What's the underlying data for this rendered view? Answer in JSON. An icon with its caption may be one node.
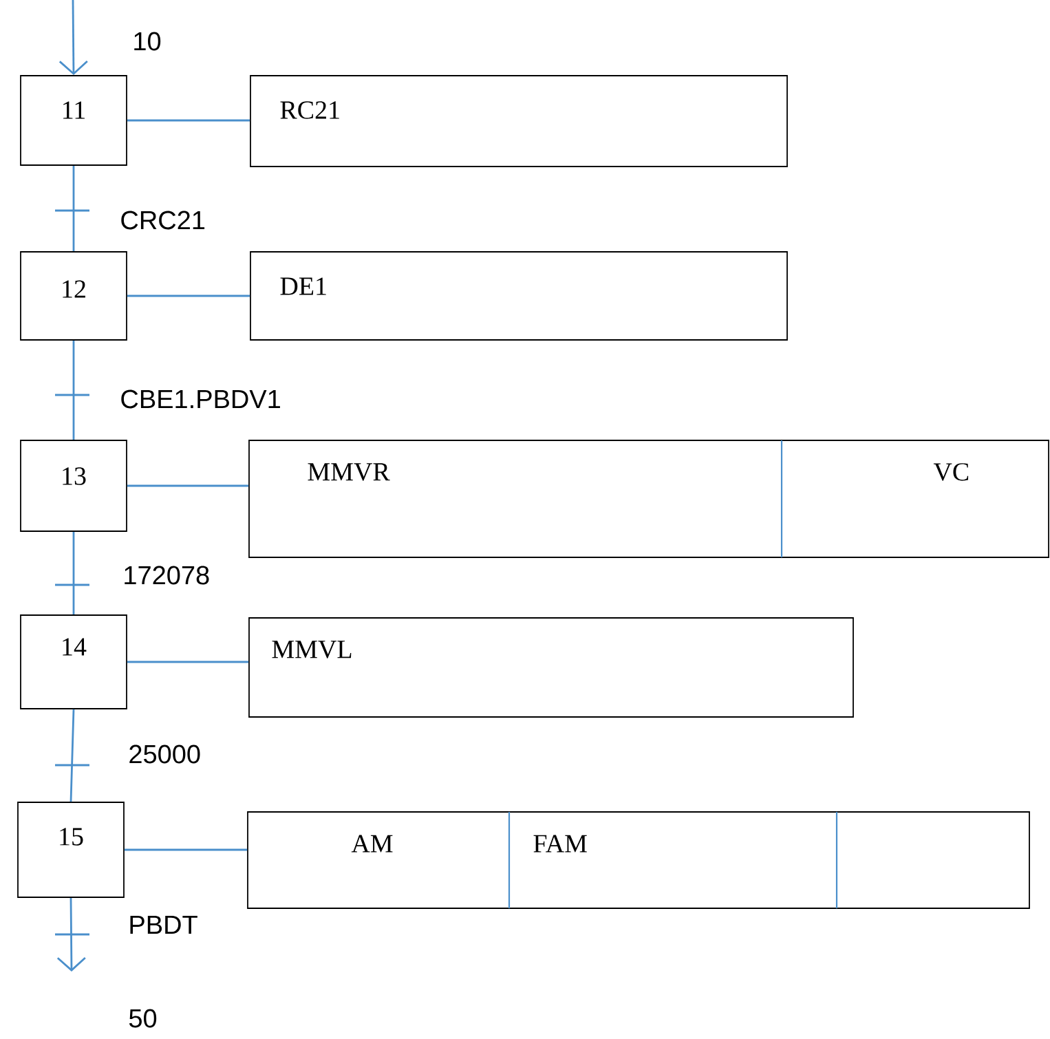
{
  "diagram": {
    "nodes": [
      {
        "text": [
          "11"
        ]
      },
      {
        "text": [
          "12"
        ]
      },
      {
        "text": [
          "13"
        ]
      },
      {
        "text": [
          "14"
        ]
      },
      {
        "text": [
          "15"
        ]
      },
      {
        "text": [
          "RC21"
        ]
      },
      {
        "text": [
          "DE1"
        ]
      },
      {
        "text": [
          "MMVR"
        ]
      },
      {
        "text": [
          "VC"
        ]
      },
      {
        "text": [
          "MMVL"
        ]
      },
      {
        "text": [
          "AM"
        ]
      },
      {
        "text": [
          "FAM"
        ]
      },
      {
        "text": [],
        "shape": "box"
      }
    ],
    "edges": [
      {
        "from": null,
        "to": 0,
        "arrow": "to"
      },
      {
        "from": 0,
        "to": 1,
        "arrow": "none",
        "label": "CRC21"
      },
      {
        "from": 1,
        "to": 2,
        "arrow": "none",
        "label": "CBE1.PBDV1"
      },
      {
        "from": 2,
        "to": 3,
        "arrow": "none",
        "label": "172078"
      },
      {
        "from": 3,
        "to": 4,
        "arrow": "none",
        "label": "25000"
      },
      {
        "from": 4,
        "to": null,
        "arrow": "to",
        "label": "PBDT"
      },
      {
        "from": 0,
        "to": 5,
        "arrow": "none"
      },
      {
        "from": 1,
        "to": 6,
        "arrow": "none"
      },
      {
        "from": 2,
        "to": 7,
        "arrow": "none"
      },
      {
        "from": 3,
        "to": 9,
        "arrow": "none"
      },
      {
        "from": 4,
        "to": 10,
        "arrow": "none"
      }
    ],
    "labels": [
      "10",
      "50"
    ]
  }
}
